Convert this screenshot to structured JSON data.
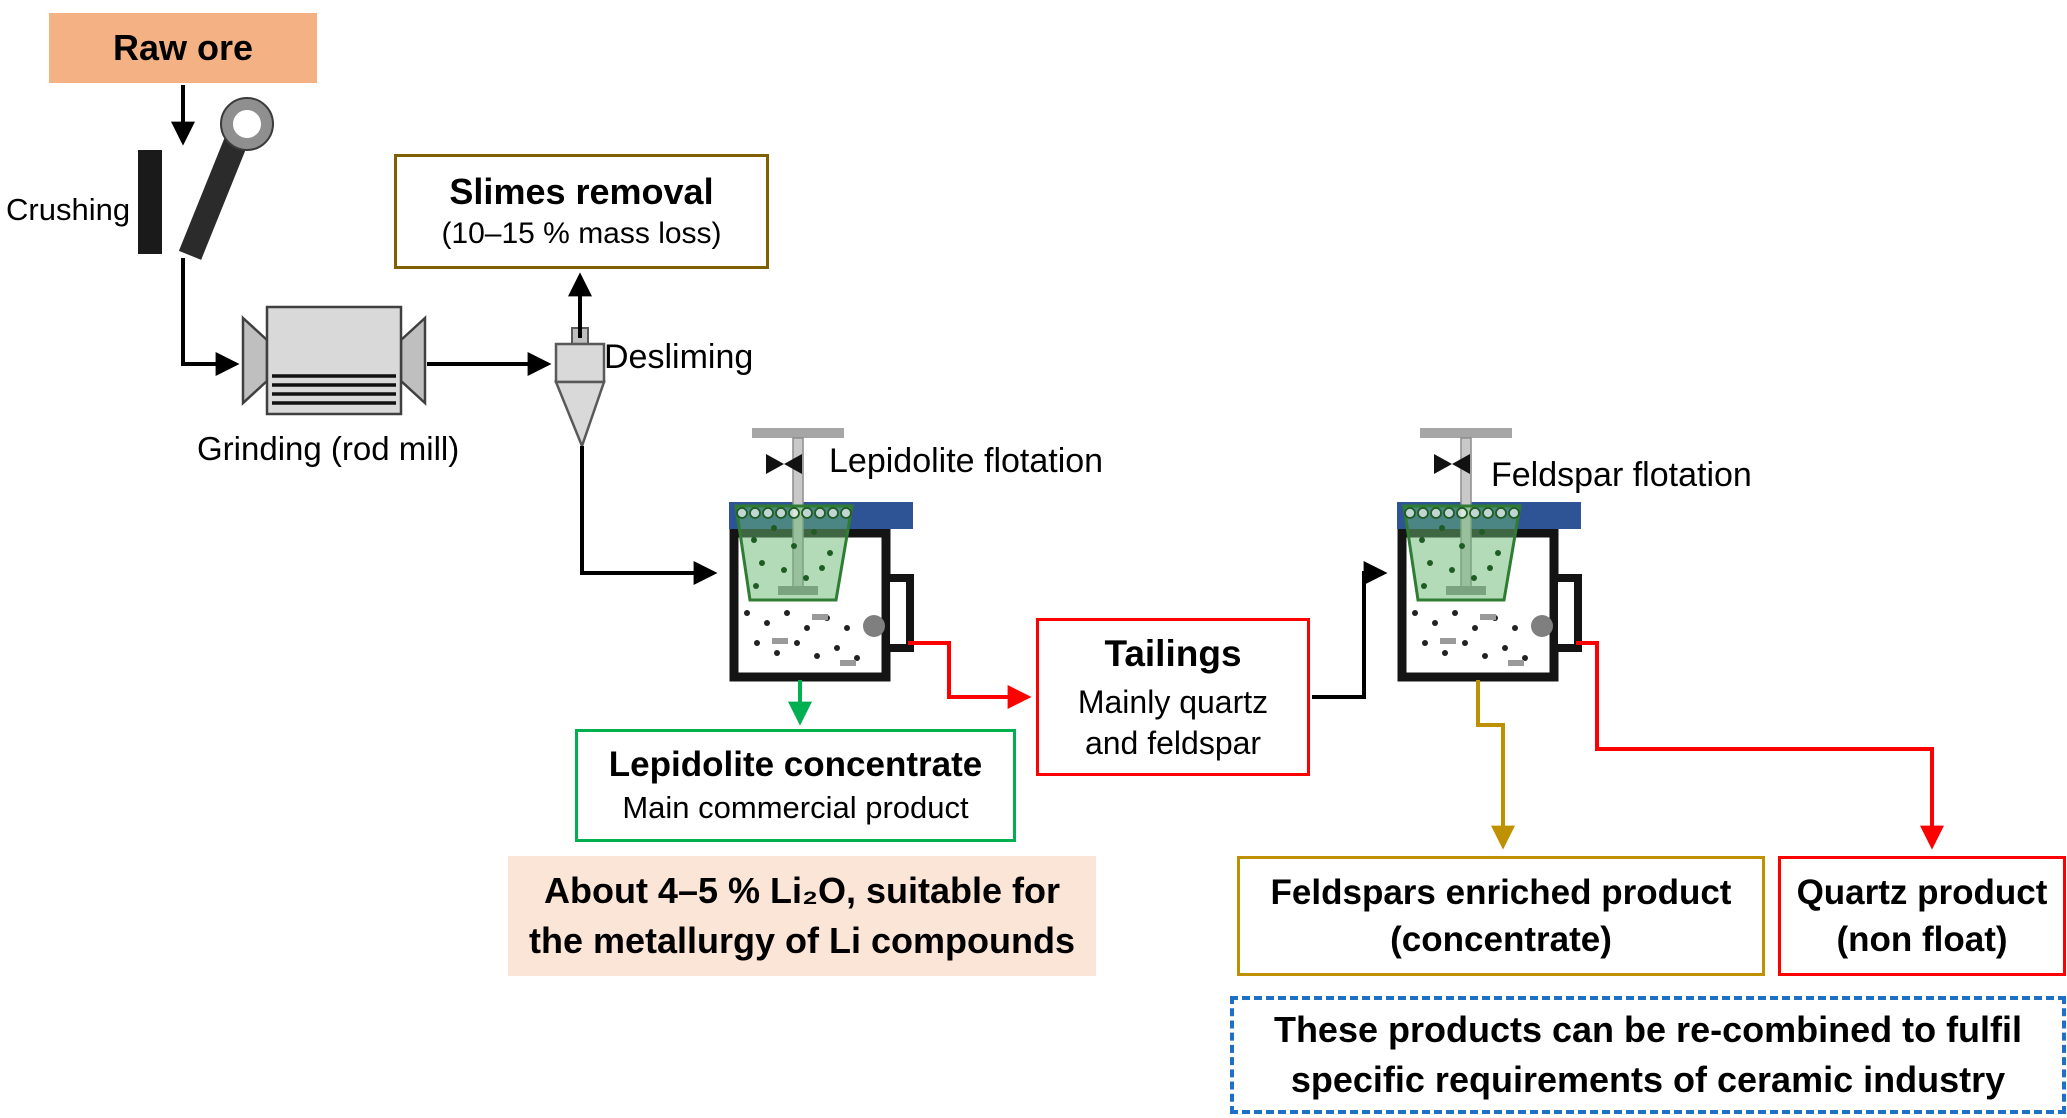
{
  "diagram": {
    "raw_ore": "Raw ore",
    "crushing": "Crushing",
    "grinding": "Grinding (rod mill)",
    "desliming": "Desliming",
    "slimes_removal": {
      "title": "Slimes removal",
      "subtitle": "(10–15 % mass loss)"
    },
    "lepidolite_flotation": "Lepidolite flotation",
    "feldspar_flotation": "Feldspar flotation",
    "lepidolite_concentrate": {
      "title": "Lepidolite concentrate",
      "subtitle": "Main commercial product"
    },
    "li2o_note": {
      "line1": "About 4–5 % Li₂O, suitable for",
      "line2": "the metallurgy of Li compounds"
    },
    "tailings": {
      "title": "Tailings",
      "line1": "Mainly quartz",
      "line2": "and feldspar"
    },
    "feldspars_product": {
      "line1": "Feldspars enriched product",
      "line2": "(concentrate)"
    },
    "quartz_product": {
      "line1": "Quartz product",
      "line2": "(non float)"
    },
    "recombine_note": {
      "line1": "These products can be re-combined to fulfil",
      "line2": "specific requirements of ceramic industry"
    }
  },
  "colors": {
    "raw_ore_fill": "#F4B183",
    "note_fill": "#FBE5D6",
    "olive_border": "#7F6000",
    "gold_border": "#BF9000",
    "green": "#00B050",
    "red": "#FF0000",
    "blue_dashed": "#1F6FC4",
    "launder_bar": "#2E5496",
    "froth_green": "#2E7D32"
  }
}
